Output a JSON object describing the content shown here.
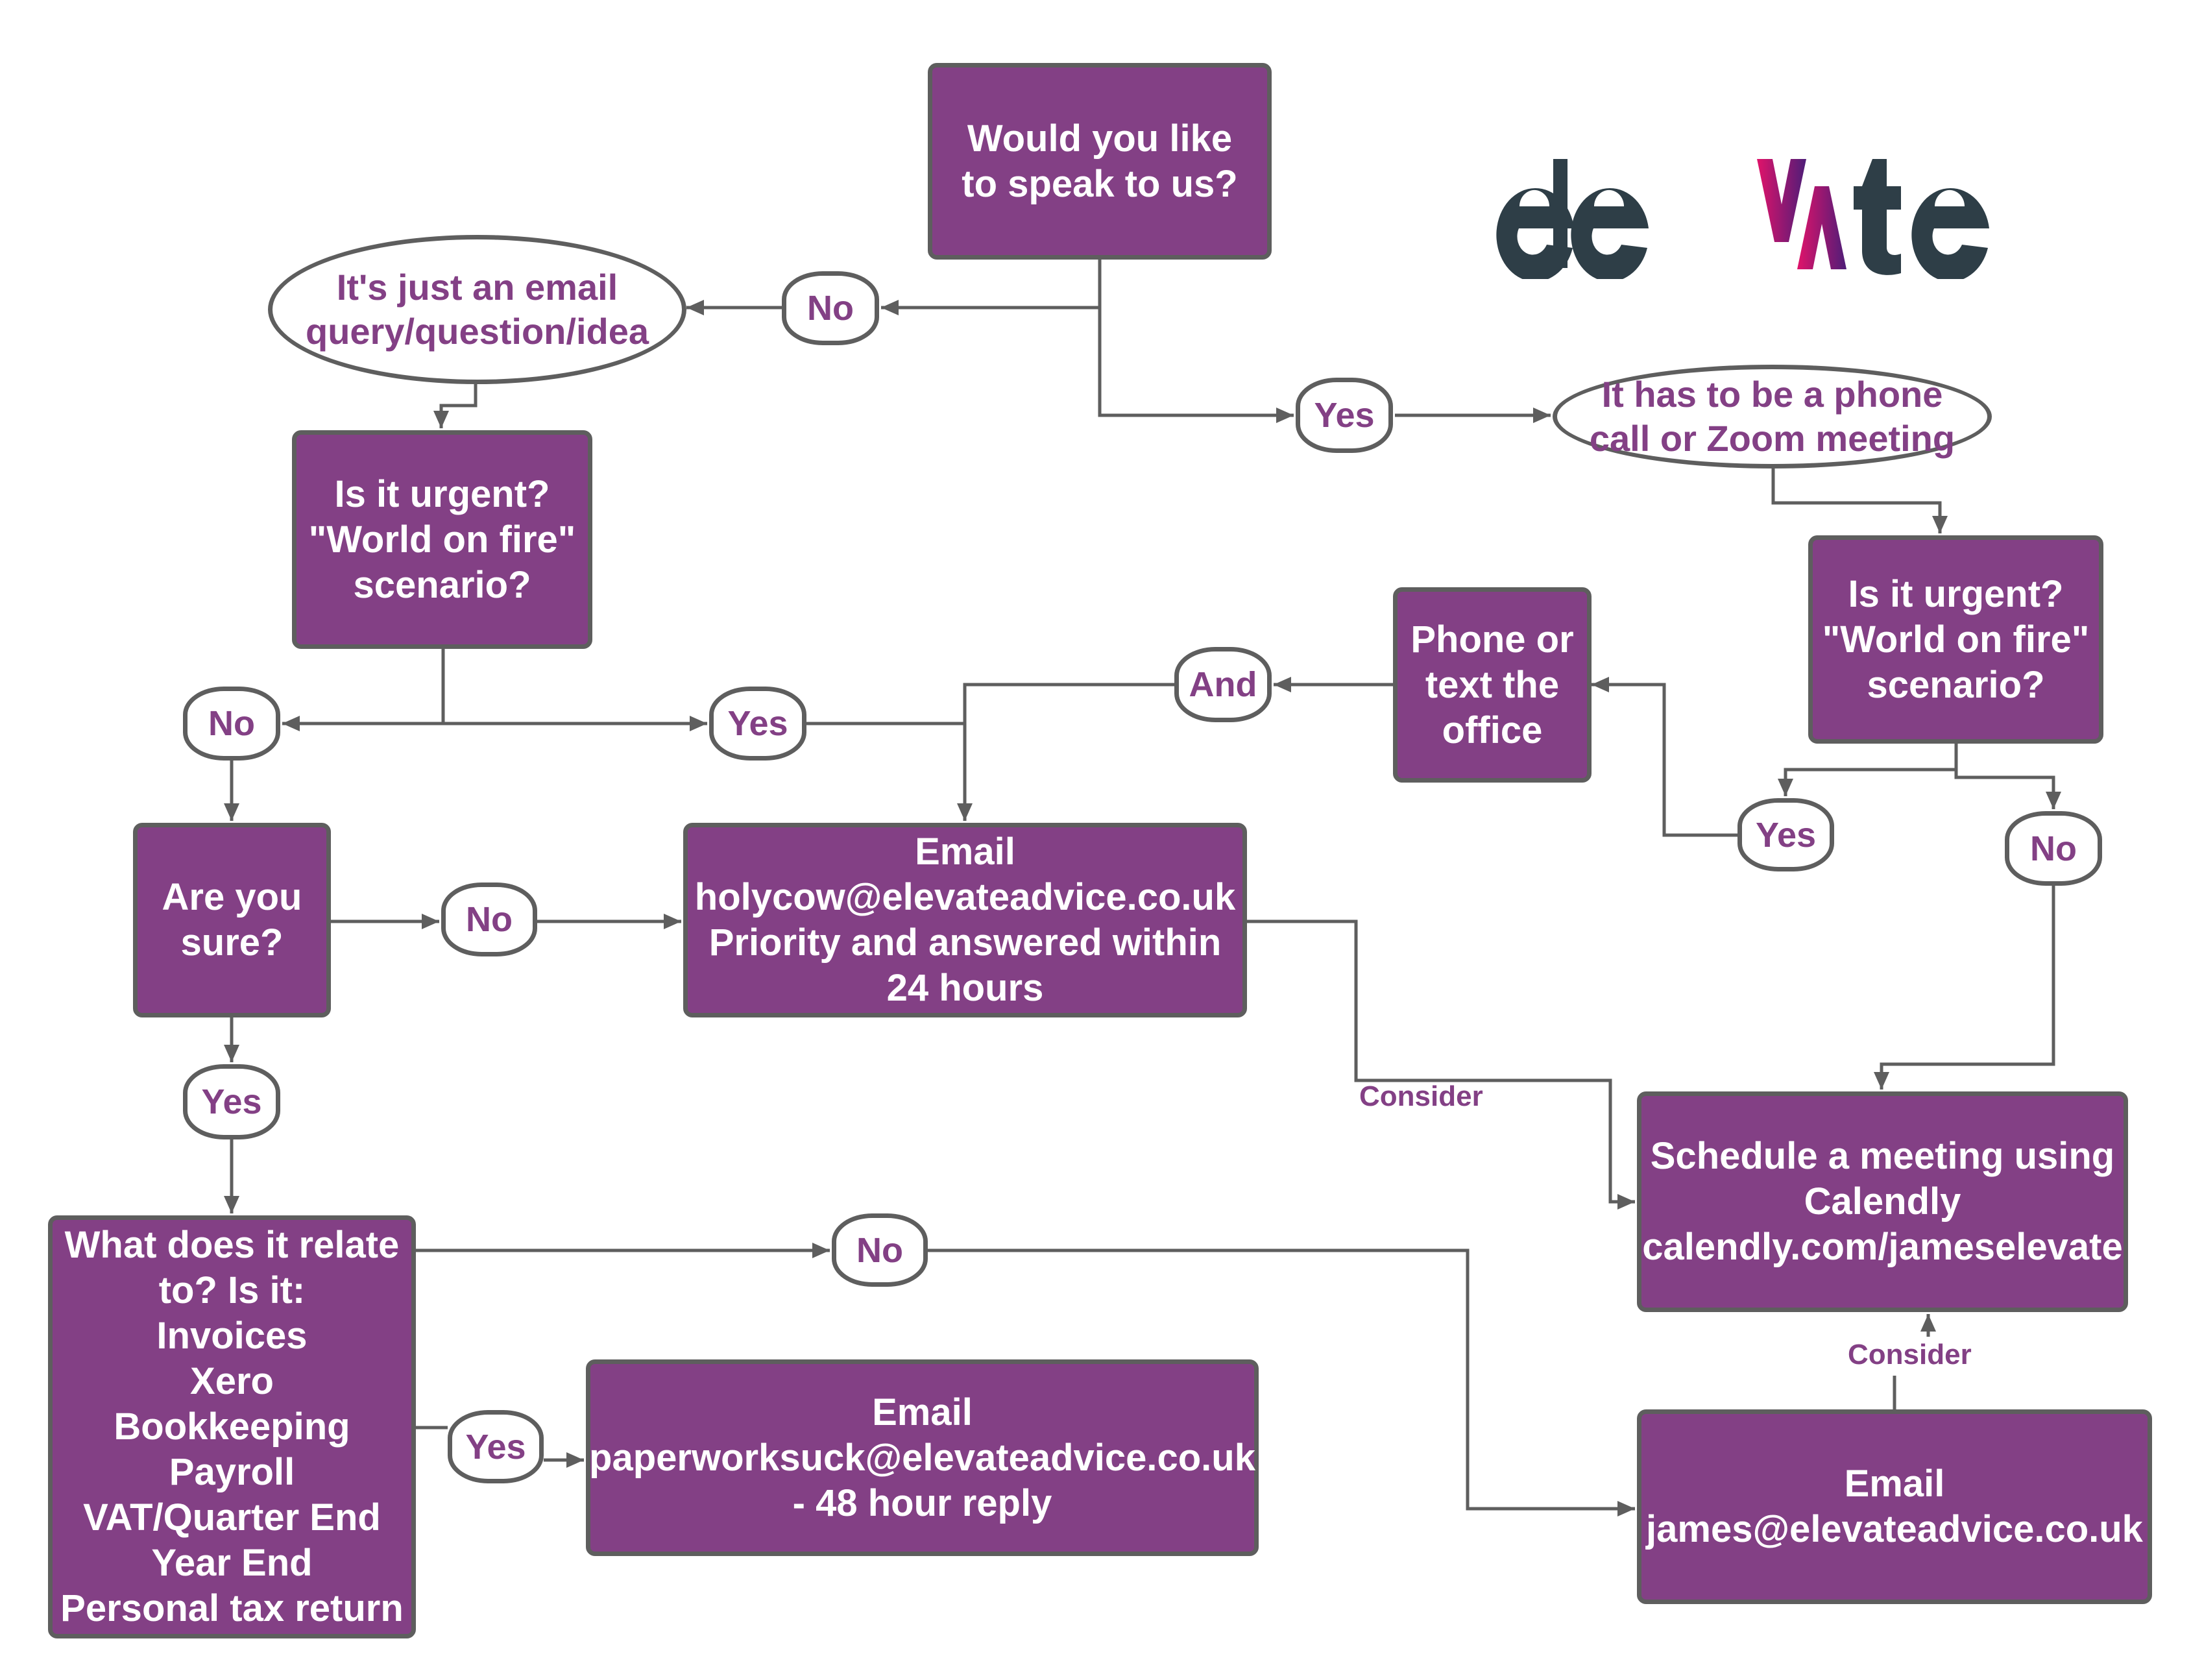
{
  "logo": {
    "brand_text": "elevate",
    "colors": {
      "dark": "#2e3e47",
      "gradient_start": "#e0136a",
      "gradient_end": "#4e1d78"
    }
  },
  "colors": {
    "node_fill": "#834085",
    "node_border": "#5e5e5e",
    "label_text": "#834085",
    "connector": "#5e5e5e"
  },
  "nodes": {
    "start": "Would you like\nto speak to us?",
    "email_query": "It's just an email\nquery/question/idea",
    "phone_call": "It has to be a phone\ncall or Zoom meeting",
    "urgent_left": "Is it urgent?\n\"World on fire\"\nscenario?",
    "urgent_right": "Is it urgent?\n\"World on fire\"\nscenario?",
    "phone_office": "Phone or\ntext the\noffice",
    "are_you_sure": "Are you\nsure?",
    "email_holycow": "Email\nholycow@elevateadvice.co.uk\nPriority and answered within\n24 hours",
    "calendly": "Schedule a meeting using\nCalendly\ncalendly.com/jameselevate",
    "what_relate": "What does it relate\nto? Is it:\nInvoices\nXero\nBookkeeping\nPayroll\nVAT/Quarter End\nYear End\nPersonal tax return",
    "email_paperwork": "Email\npaperworksuck@elevateadvice.co.uk\n- 48 hour reply",
    "email_james": "Email\njames@elevateadvice.co.uk"
  },
  "decisions": {
    "no_top": "No",
    "yes_top": "Yes",
    "no_left": "No",
    "yes_mid": "Yes",
    "and": "And",
    "yes_right": "Yes",
    "no_right": "No",
    "no_sure": "No",
    "yes_sure": "Yes",
    "no_relate": "No",
    "yes_relate": "Yes"
  },
  "edge_labels": {
    "consider_1": "Consider",
    "consider_2": "Consider"
  }
}
